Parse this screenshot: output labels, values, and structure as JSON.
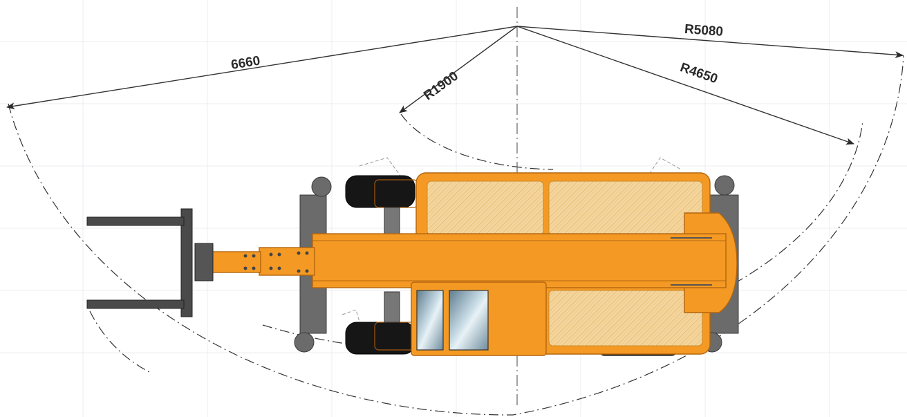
{
  "dimensions": {
    "overall_turning": "6660",
    "outer_radius": "R5080",
    "body_radius": "R4650",
    "inner_radius": "R1900"
  },
  "colors": {
    "body": "#f49a24",
    "body_outline": "#b3650f",
    "tyre": "#161616",
    "counterweight_hatch": "#f3d39a",
    "steel": "#6b6b6b",
    "glass": "#9fb9c9"
  }
}
